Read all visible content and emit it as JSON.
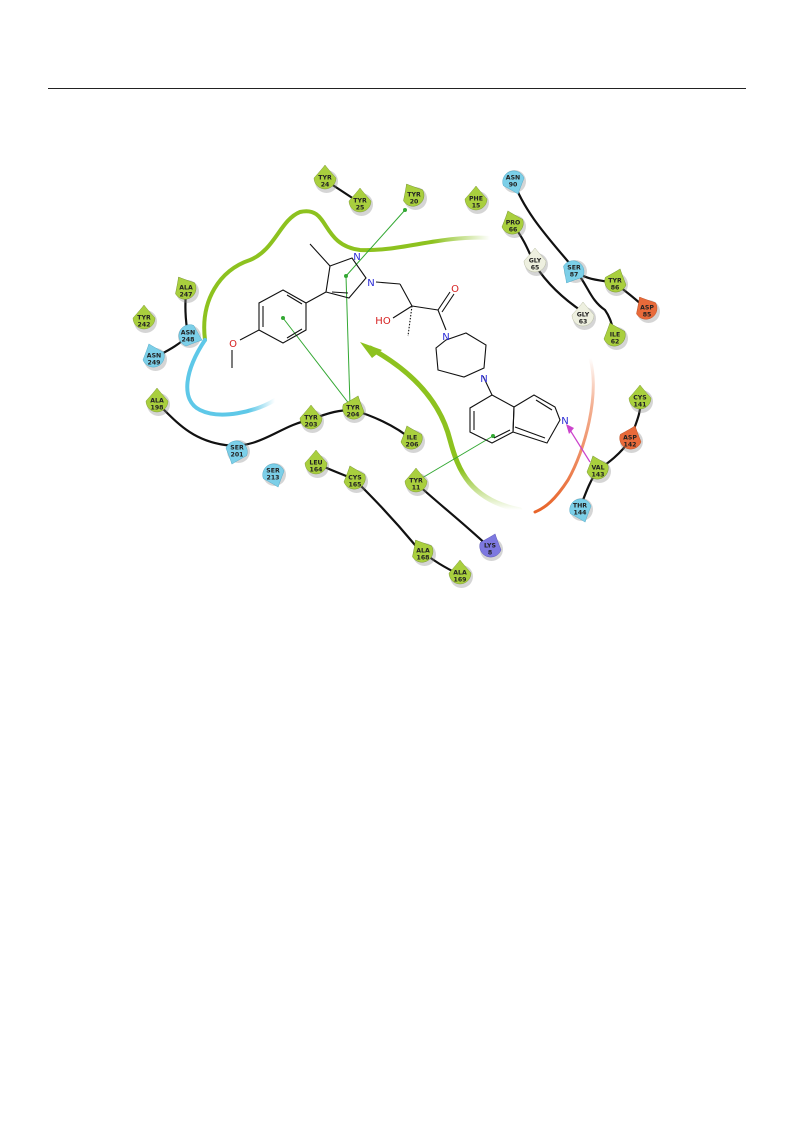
{
  "colors": {
    "hydrophobic": "#a9cf3e",
    "polar": "#7ccfe8",
    "negative": "#e86a3a",
    "positive": "#7d78e0",
    "glycine": "#eef0e0",
    "pi_stacking": "#33a833",
    "hbond": "#cc44cc",
    "bond": "#111111"
  },
  "residues": [
    {
      "id": "tyr24",
      "name": "TYR",
      "num": "24",
      "cls": "hydrophobic"
    },
    {
      "id": "tyr25",
      "name": "TYR",
      "num": "25",
      "cls": "hydrophobic"
    },
    {
      "id": "tyr20",
      "name": "TYR",
      "num": "20",
      "cls": "hydrophobic"
    },
    {
      "id": "phe15",
      "name": "PHE",
      "num": "15",
      "cls": "hydrophobic"
    },
    {
      "id": "asn90",
      "name": "ASN",
      "num": "90",
      "cls": "polar"
    },
    {
      "id": "pro66",
      "name": "PRO",
      "num": "66",
      "cls": "hydrophobic"
    },
    {
      "id": "gly65",
      "name": "GLY",
      "num": "65",
      "cls": "glycine"
    },
    {
      "id": "ser87",
      "name": "SER",
      "num": "87",
      "cls": "polar"
    },
    {
      "id": "tyr86",
      "name": "TYR",
      "num": "86",
      "cls": "hydrophobic"
    },
    {
      "id": "asp85",
      "name": "ASP",
      "num": "85",
      "cls": "negative"
    },
    {
      "id": "gly63",
      "name": "GLY",
      "num": "63",
      "cls": "glycine"
    },
    {
      "id": "ile62",
      "name": "ILE",
      "num": "62",
      "cls": "hydrophobic"
    },
    {
      "id": "ala247",
      "name": "ALA",
      "num": "247",
      "cls": "hydrophobic"
    },
    {
      "id": "tyr242",
      "name": "TYR",
      "num": "242",
      "cls": "hydrophobic"
    },
    {
      "id": "asn248",
      "name": "ASN",
      "num": "248",
      "cls": "polar"
    },
    {
      "id": "asn249",
      "name": "ASN",
      "num": "249",
      "cls": "polar"
    },
    {
      "id": "ala198",
      "name": "ALA",
      "num": "198",
      "cls": "hydrophobic"
    },
    {
      "id": "ser201",
      "name": "SER",
      "num": "201",
      "cls": "polar"
    },
    {
      "id": "tyr203",
      "name": "TYR",
      "num": "203",
      "cls": "hydrophobic"
    },
    {
      "id": "tyr204",
      "name": "TYR",
      "num": "204",
      "cls": "hydrophobic"
    },
    {
      "id": "ile206",
      "name": "ILE",
      "num": "206",
      "cls": "hydrophobic"
    },
    {
      "id": "ser213",
      "name": "SER",
      "num": "213",
      "cls": "polar"
    },
    {
      "id": "leu164",
      "name": "LEU",
      "num": "164",
      "cls": "hydrophobic"
    },
    {
      "id": "cys165",
      "name": "CYS",
      "num": "165",
      "cls": "hydrophobic"
    },
    {
      "id": "tyr11",
      "name": "TYR",
      "num": "11",
      "cls": "hydrophobic"
    },
    {
      "id": "lys8",
      "name": "LYS",
      "num": "8",
      "cls": "positive"
    },
    {
      "id": "ala168",
      "name": "ALA",
      "num": "168",
      "cls": "hydrophobic"
    },
    {
      "id": "ala169",
      "name": "ALA",
      "num": "169",
      "cls": "hydrophobic"
    },
    {
      "id": "cys141",
      "name": "CYS",
      "num": "141",
      "cls": "hydrophobic"
    },
    {
      "id": "asp142",
      "name": "ASP",
      "num": "142",
      "cls": "negative"
    },
    {
      "id": "val143",
      "name": "VAL",
      "num": "143",
      "cls": "hydrophobic"
    },
    {
      "id": "thr144",
      "name": "THR",
      "num": "144",
      "cls": "polar"
    }
  ],
  "atom_labels": {
    "n_pyrazole_1": "N",
    "n_pyrazole_2": "N",
    "oxygen_carbonyl": "O",
    "hydroxyl": "HO",
    "n_piperazine_top": "N",
    "n_piperazine_bottom": "N",
    "n_isoquinoline": "N",
    "oxygen_methoxy": "O"
  },
  "interactions": [
    {
      "type": "pi-stacking",
      "from": "tyr20",
      "to": "pyrazole"
    },
    {
      "type": "pi-stacking",
      "from": "tyr204",
      "to": "pyrazole"
    },
    {
      "type": "pi-stacking",
      "from": "tyr204",
      "to": "methoxyphenyl"
    },
    {
      "type": "pi-stacking",
      "from": "tyr11",
      "to": "isoquinoline"
    },
    {
      "type": "h-bond",
      "from": "val143",
      "to": "n_isoquinoline"
    }
  ]
}
